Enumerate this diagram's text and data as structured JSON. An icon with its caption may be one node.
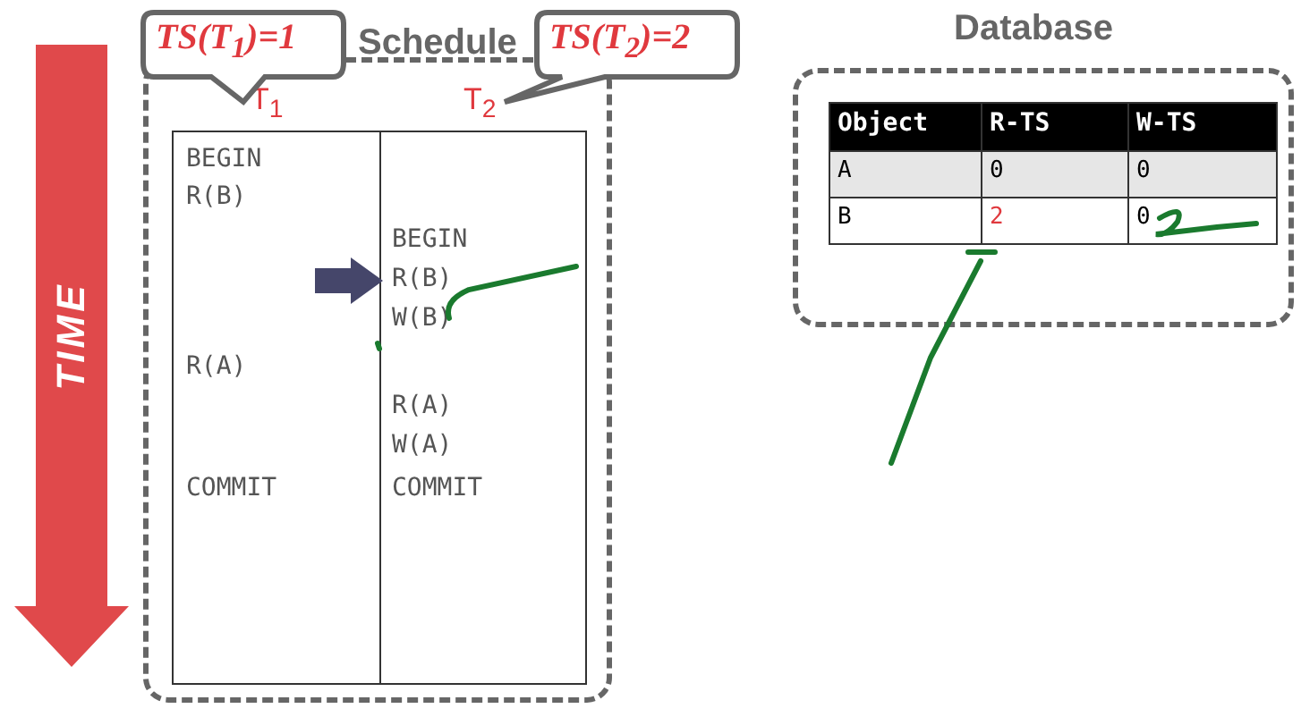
{
  "diagram": {
    "nodes": [
      {
        "text": [
          "Schedule"
        ]
      },
      {
        "text": [
          "TS(T$_{1}$)=1"
        ]
      },
      {
        "text": [
          "TS(T$_{2}$)=2"
        ]
      },
      {
        "text": [
          "Database"
        ]
      },
      {
        "text": [
          "TIME"
        ]
      }
    ],
    "labels": [
      "T$_{1}$",
      "T$_{2}$",
      "BEGIN",
      "R(B)",
      "BEGIN",
      "R(B)",
      "W(B)",
      "R(A)",
      "R(A)",
      "W(A)",
      "COMMIT",
      "COMMIT",
      "Object",
      "R-TS",
      "W-TS",
      "A",
      "0",
      "0",
      "B",
      "2",
      "0"
    ]
  }
}
